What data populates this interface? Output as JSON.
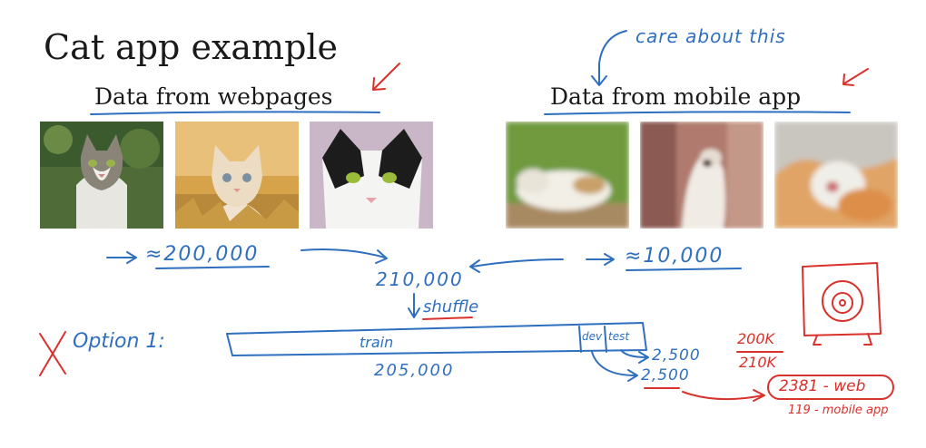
{
  "title": "Cat app example",
  "headings": {
    "web": "Data from webpages",
    "mobile": "Data from mobile app"
  },
  "notes": {
    "care_about_this": "care about this",
    "web_count": "≈200,000",
    "mobile_count": "≈10,000",
    "total": "210,000",
    "shuffle": "shuffle",
    "option": "Option 1:",
    "train_label": "train",
    "dev_label": "dev",
    "test_label": "test",
    "train_count": "205,000",
    "test_count": "2,500",
    "dev_count": "2,500",
    "ratio_top": "200K",
    "ratio_bottom": "210K",
    "web_in_dev": "2381 - web",
    "mobile_in_dev": "119 - mobile app"
  },
  "colors": {
    "ink_blue": "#2f6fbf",
    "ink_red": "#d9312b",
    "text_black": "#1a1a1a"
  },
  "icons": [
    "cat-photo",
    "webcam-sketch-icon"
  ]
}
